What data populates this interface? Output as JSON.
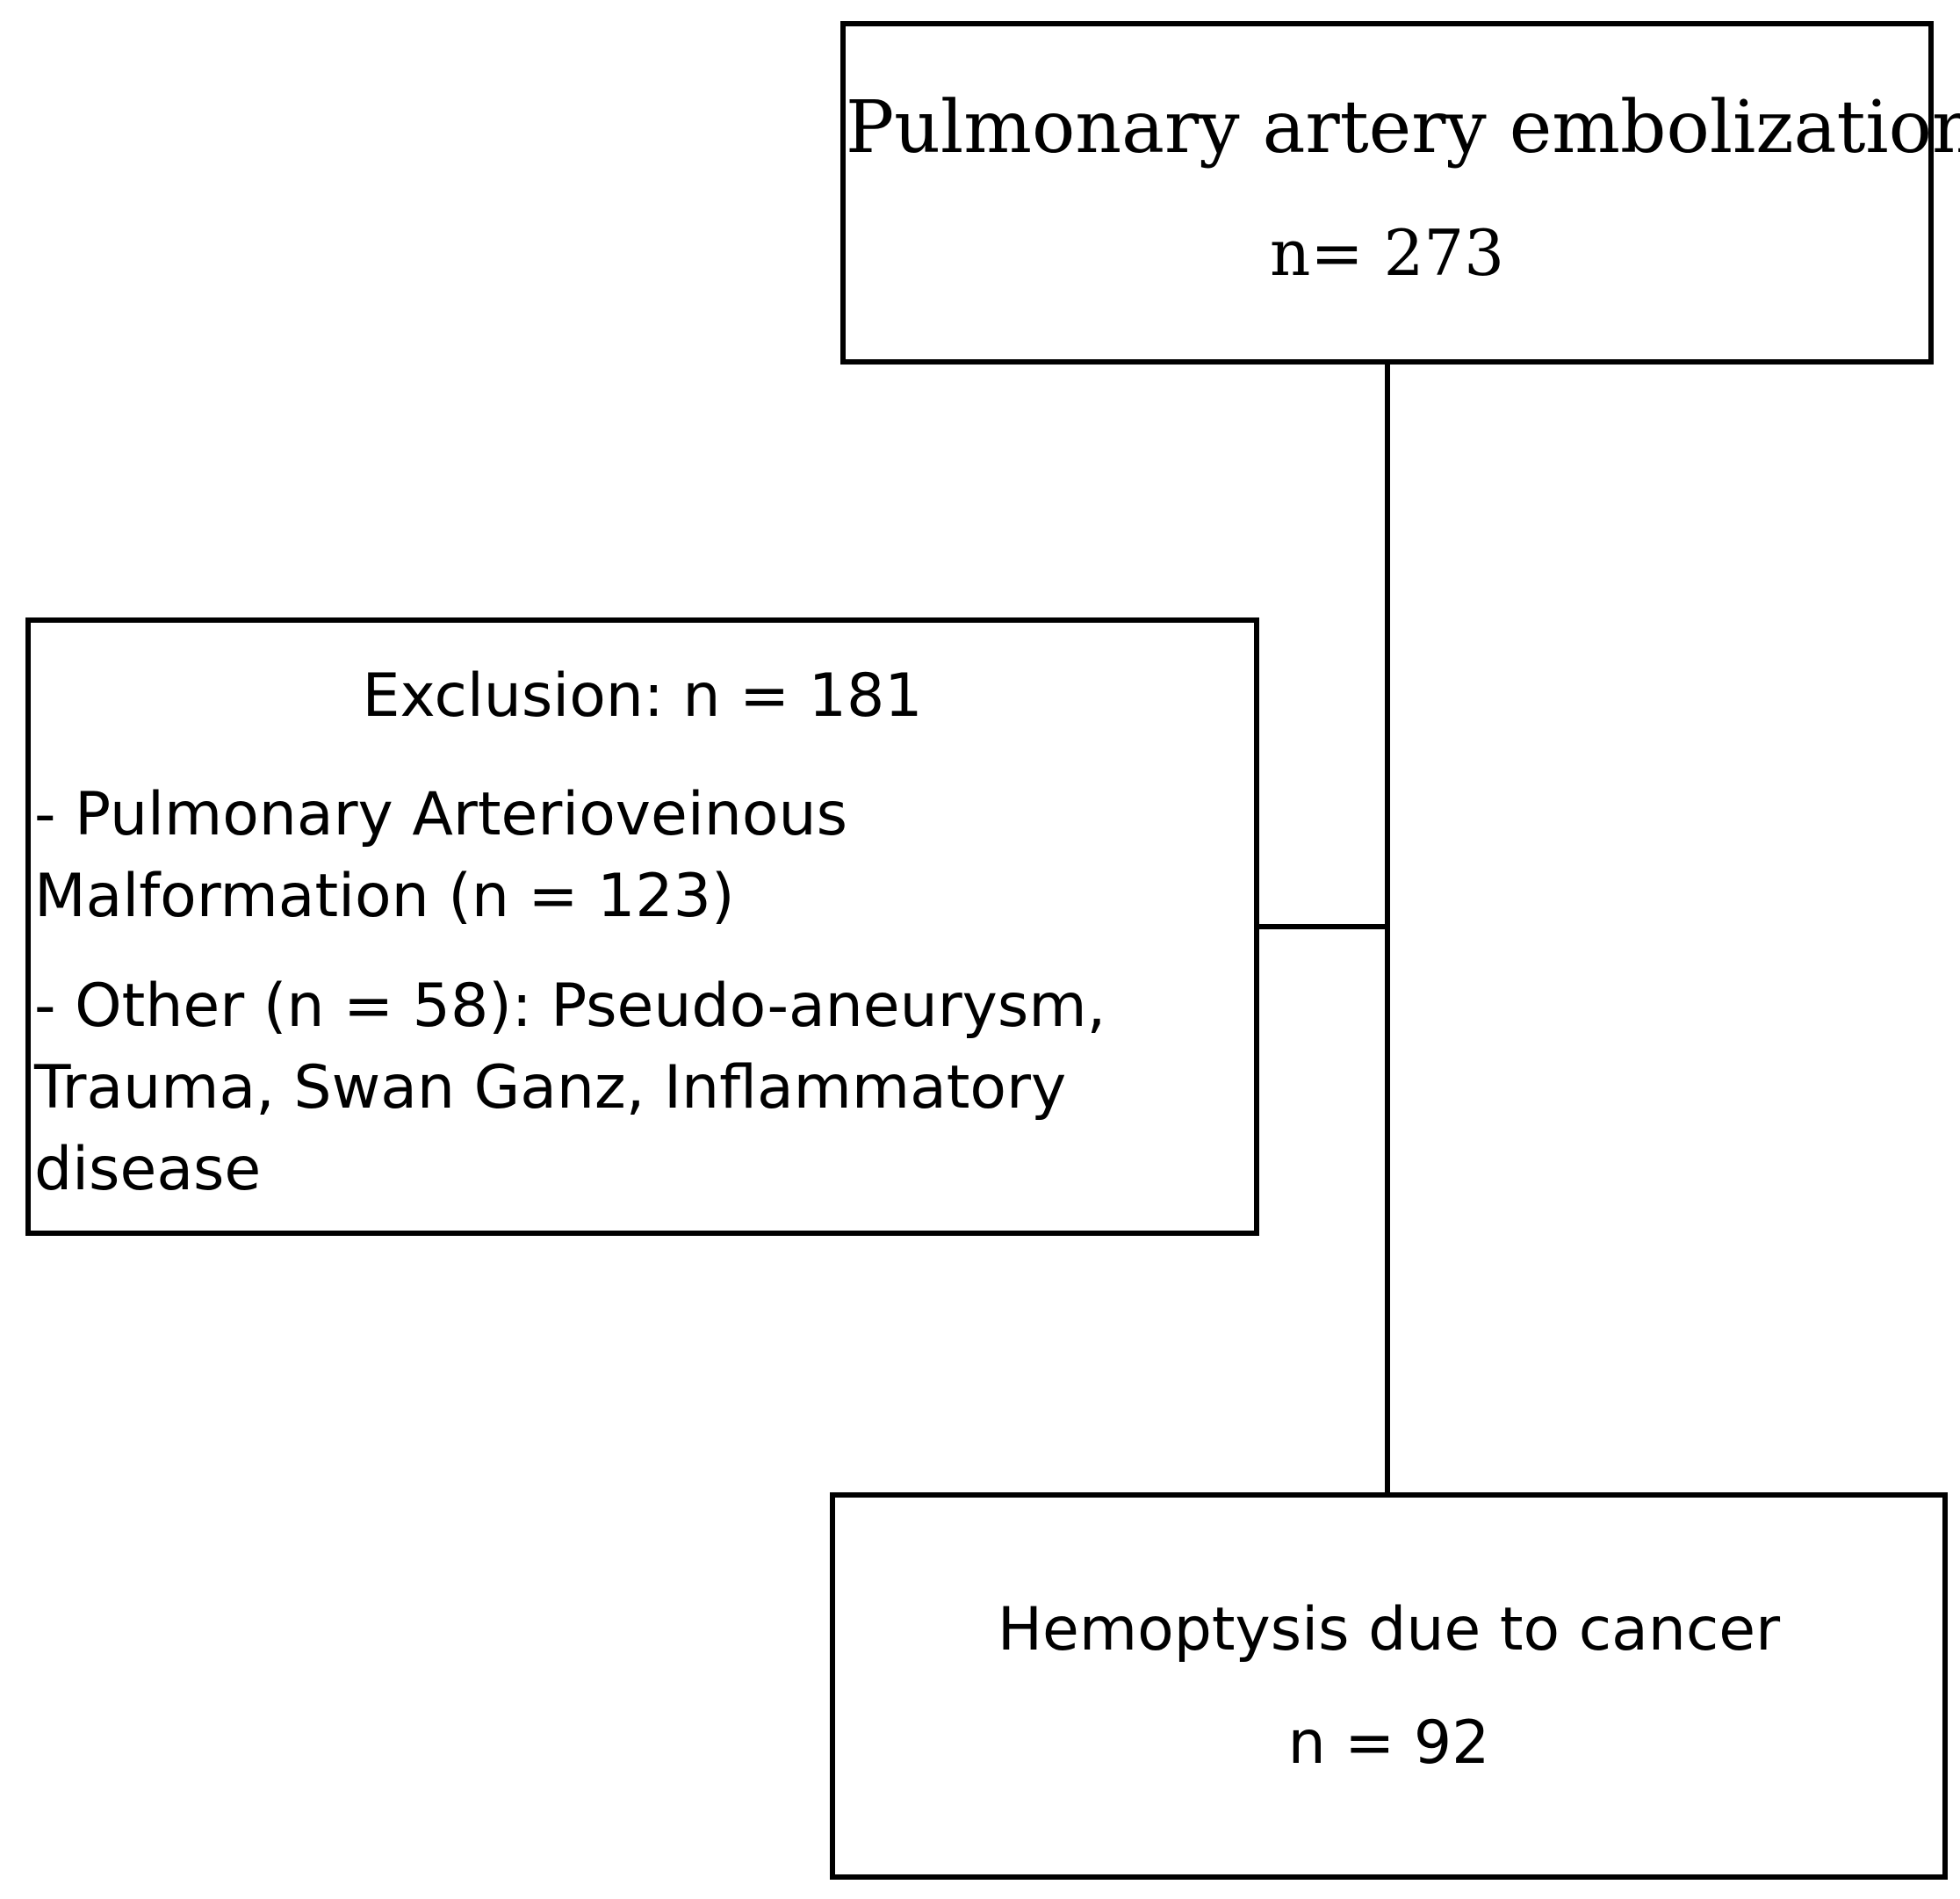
{
  "flowchart": {
    "top_box": {
      "title": "Pulmonary artery embolization",
      "count": "n= 273"
    },
    "exclusion_box": {
      "heading": "Exclusion: n = 181",
      "items": [
        "- Pulmonary Arterioveinous Malformation (n = 123)",
        "- Other (n = 58): Pseudo-aneurysm, Trauma, Swan Ganz, Inflammatory disease"
      ]
    },
    "bottom_box": {
      "title": "Hemoptysis due to cancer",
      "count": "n = 92"
    }
  }
}
